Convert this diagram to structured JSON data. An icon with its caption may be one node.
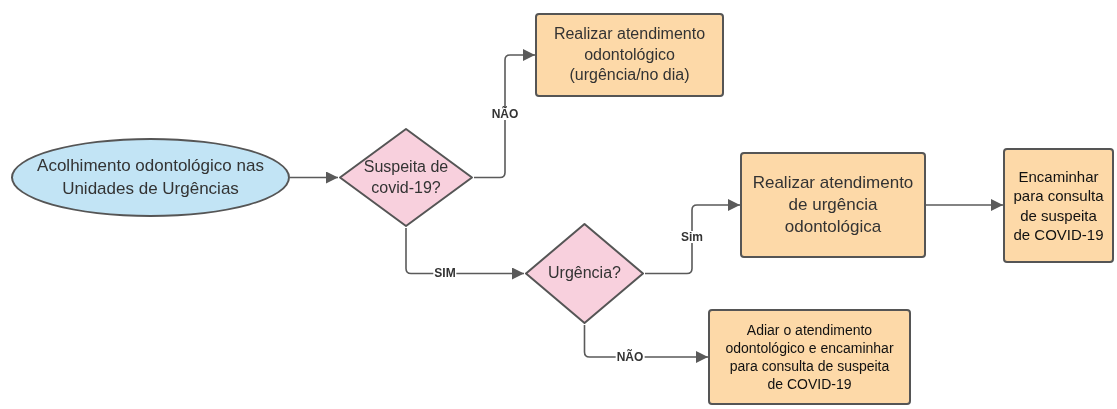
{
  "diagram": {
    "nodes": [
      {
        "text": [
          "Acolhimento odontológico nas Unidades de Urgências"
        ]
      },
      {
        "text": [
          "Suspeita de covid-19?"
        ]
      },
      {
        "text": [
          "Realizar atendimento odontológico (urgência/no dia)"
        ]
      },
      {
        "text": [
          "Urgência?"
        ]
      },
      {
        "text": [
          "Realizar atendimento de urgência odontológica"
        ]
      },
      {
        "text": [
          "Encaminhar para consulta de suspeita de COVID-19"
        ]
      },
      {
        "text": [
          "Adiar o atendimento odontológico e encaminhar para consulta de suspeita de COVID-19"
        ]
      }
    ],
    "edges": [
      {
        "from": 0,
        "to": 1,
        "arrow": "to"
      },
      {
        "from": 1,
        "to": 2,
        "arrow": "to",
        "label": "NÃO"
      },
      {
        "from": 1,
        "to": 3,
        "arrow": "to",
        "label": "SIM"
      },
      {
        "from": 3,
        "to": 4,
        "arrow": "to",
        "label": "Sim"
      },
      {
        "from": 4,
        "to": 5,
        "arrow": "to"
      },
      {
        "from": 3,
        "to": 6,
        "arrow": "to",
        "label": "NÃO"
      }
    ]
  }
}
